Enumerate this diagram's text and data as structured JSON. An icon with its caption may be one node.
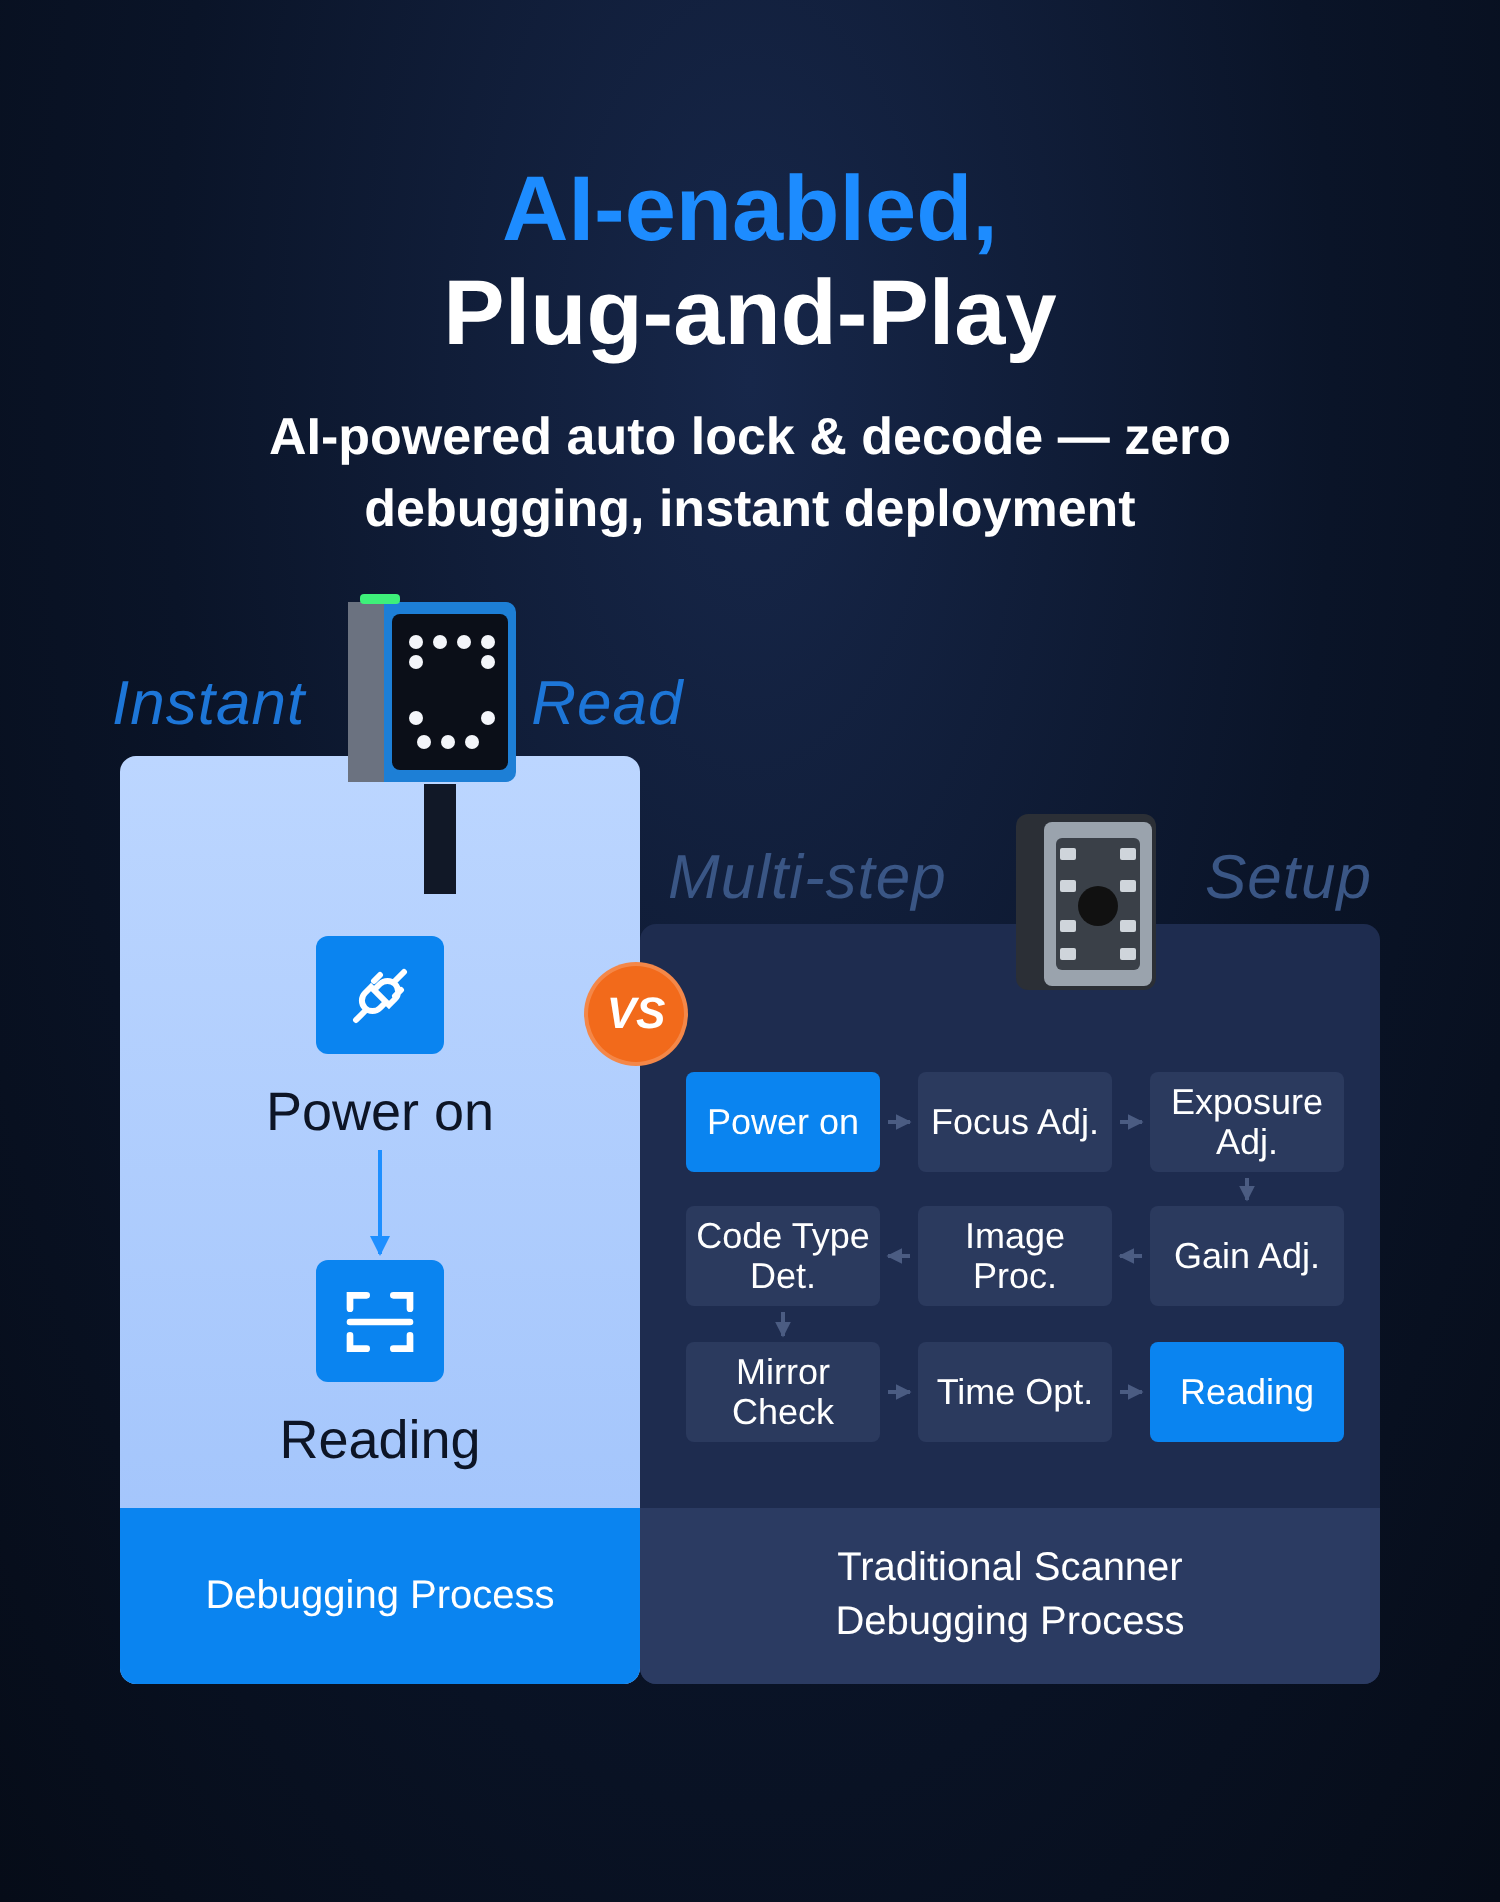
{
  "diagram": {
    "title": "AI-enabled, Plug-and-Play",
    "caption": "AI-powered auto lock & decode — zero debugging, instant deployment",
    "nodes": [
      {
        "text": [
          "Instant Read",
          "Debugging Process"
        ]
      },
      {
        "text": [
          "Power on"
        ],
        "in": 0
      },
      {
        "text": [
          "Reading"
        ],
        "in": 0
      },
      {
        "text": [
          "Multi-step Setup",
          "Traditional Scanner Debugging Process"
        ]
      },
      {
        "text": [
          "Power on"
        ],
        "in": 3
      },
      {
        "text": [
          "Focus Adj."
        ],
        "in": 3
      },
      {
        "text": [
          "Exposure Adj."
        ],
        "in": 3
      },
      {
        "text": [
          "Code Type Det."
        ],
        "in": 3
      },
      {
        "text": [
          "Image Proc."
        ],
        "in": 3
      },
      {
        "text": [
          "Gain Adj."
        ],
        "in": 3
      },
      {
        "text": [
          "Mirror Check"
        ],
        "in": 3
      },
      {
        "text": [
          "Time Opt."
        ],
        "in": 3
      },
      {
        "text": [
          "Reading"
        ],
        "in": 3
      }
    ],
    "edges": [
      {
        "from": 1,
        "to": 2,
        "arrow": "to",
        "color": "#1e8fff"
      },
      {
        "from": 4,
        "to": 5,
        "arrow": "to"
      },
      {
        "from": 5,
        "to": 6,
        "arrow": "to"
      },
      {
        "from": 6,
        "to": 9,
        "arrow": "to"
      },
      {
        "from": 9,
        "to": 8,
        "arrow": "to"
      },
      {
        "from": 8,
        "to": 7,
        "arrow": "to"
      },
      {
        "from": 7,
        "to": 10,
        "arrow": "to"
      },
      {
        "from": 10,
        "to": 11,
        "arrow": "to"
      },
      {
        "from": 11,
        "to": 12,
        "arrow": "to"
      }
    ],
    "labels": [
      "VS"
    ]
  }
}
